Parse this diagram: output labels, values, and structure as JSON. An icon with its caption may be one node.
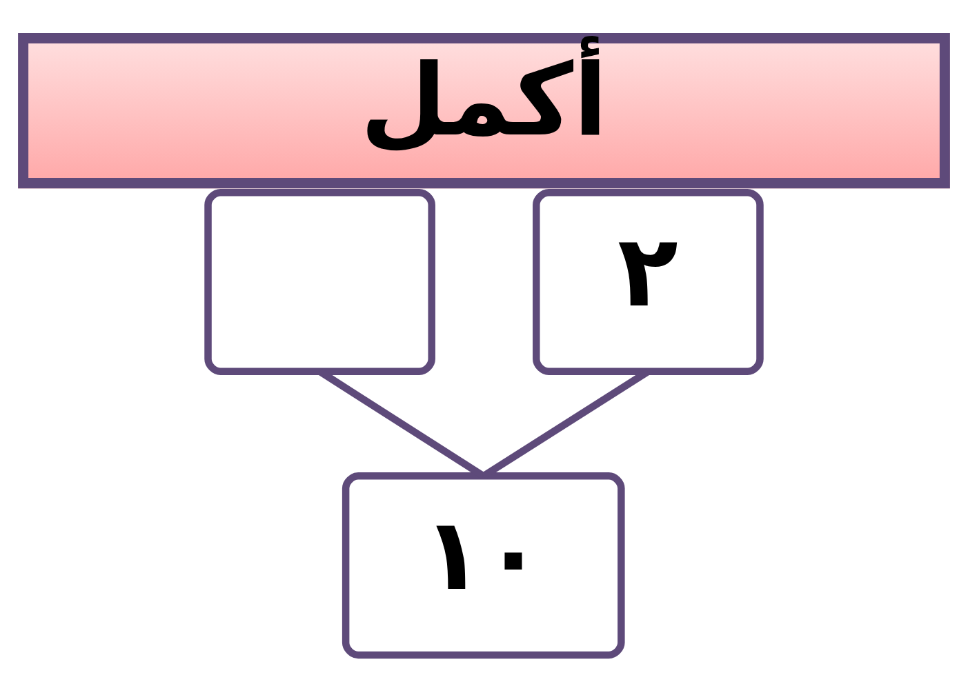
{
  "diagram": {
    "title": "أكمل",
    "nodes": [
      {
        "text": [
          "٢"
        ]
      },
      {
        "text": [],
        "shape": "box"
      },
      {
        "text": [
          "١٠"
        ]
      }
    ],
    "edges": [
      {
        "from": 0,
        "to": 2,
        "arrow": "none"
      },
      {
        "from": 1,
        "to": 2,
        "arrow": "none"
      }
    ]
  }
}
